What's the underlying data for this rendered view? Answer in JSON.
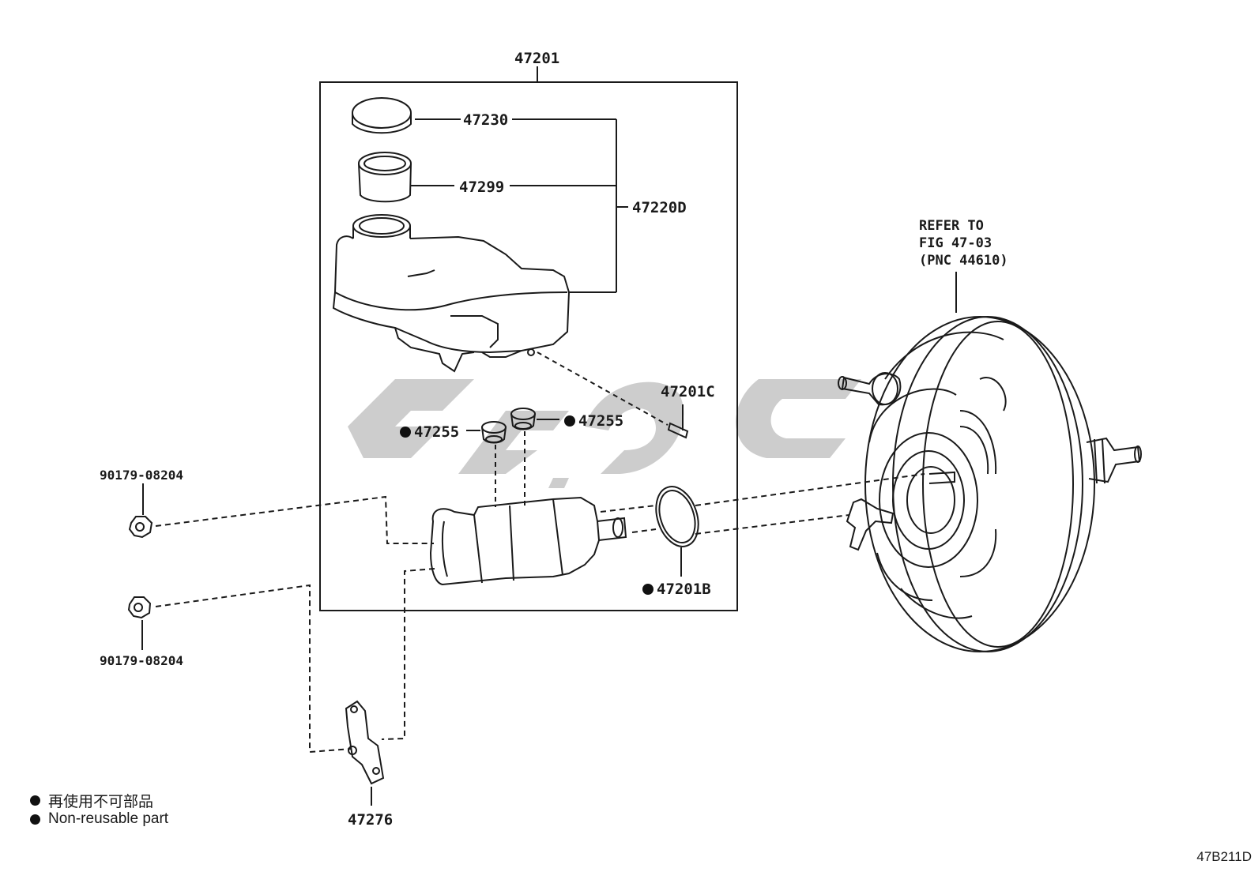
{
  "drawing": {
    "code": "47B211D",
    "labels": {
      "assembly": "47201",
      "cap": "47230",
      "strainer": "47299",
      "reservoir": "47220D",
      "pin": "47201C",
      "grommet_left": "47255",
      "grommet_right": "47255",
      "oring": "47201B",
      "nut_top": "90179-08204",
      "nut_bottom": "90179-08204",
      "bracket": "47276",
      "refer_line1": "REFER TO",
      "refer_line2": "FIG 47-03",
      "refer_line3": "(PNC 44610)"
    }
  },
  "legend": {
    "item1": "再使用不可部品",
    "item2": "Non-reusable part"
  },
  "watermark": {
    "color": "#c8c8c8"
  }
}
